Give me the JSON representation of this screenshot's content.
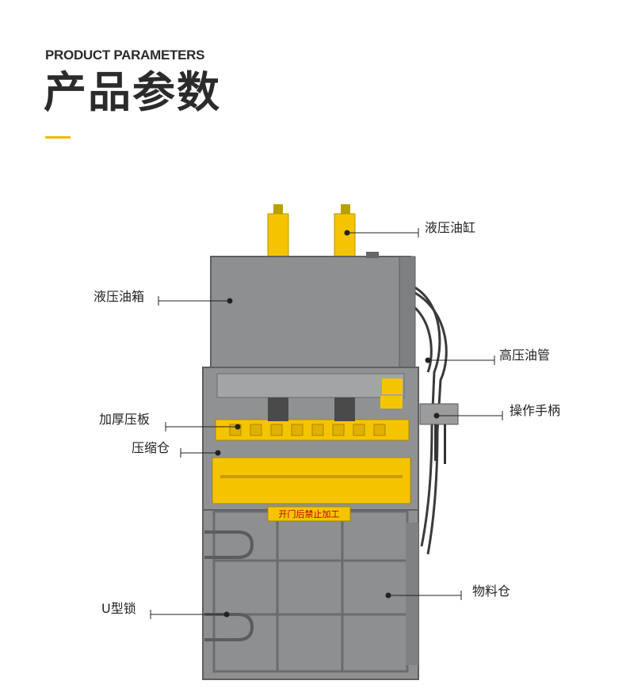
{
  "header": {
    "eyebrow": "PRODUCT PARAMETERS",
    "title": "产品参数",
    "accent_color": "#f5b800"
  },
  "callouts": {
    "hydraulic_cylinder": "液压油缸",
    "hydraulic_tank": "液压油箱",
    "high_pressure_hose": "高压油管",
    "thick_press_plate": "加厚压板",
    "operating_handle": "操作手柄",
    "compression_chamber": "压缩仓",
    "material_chamber": "物料仓",
    "u_lock": "U型锁"
  },
  "machine": {
    "warning_sign": "开门后禁止加工",
    "body_color": "#8d8f90",
    "accent_color": "#f5c400"
  }
}
